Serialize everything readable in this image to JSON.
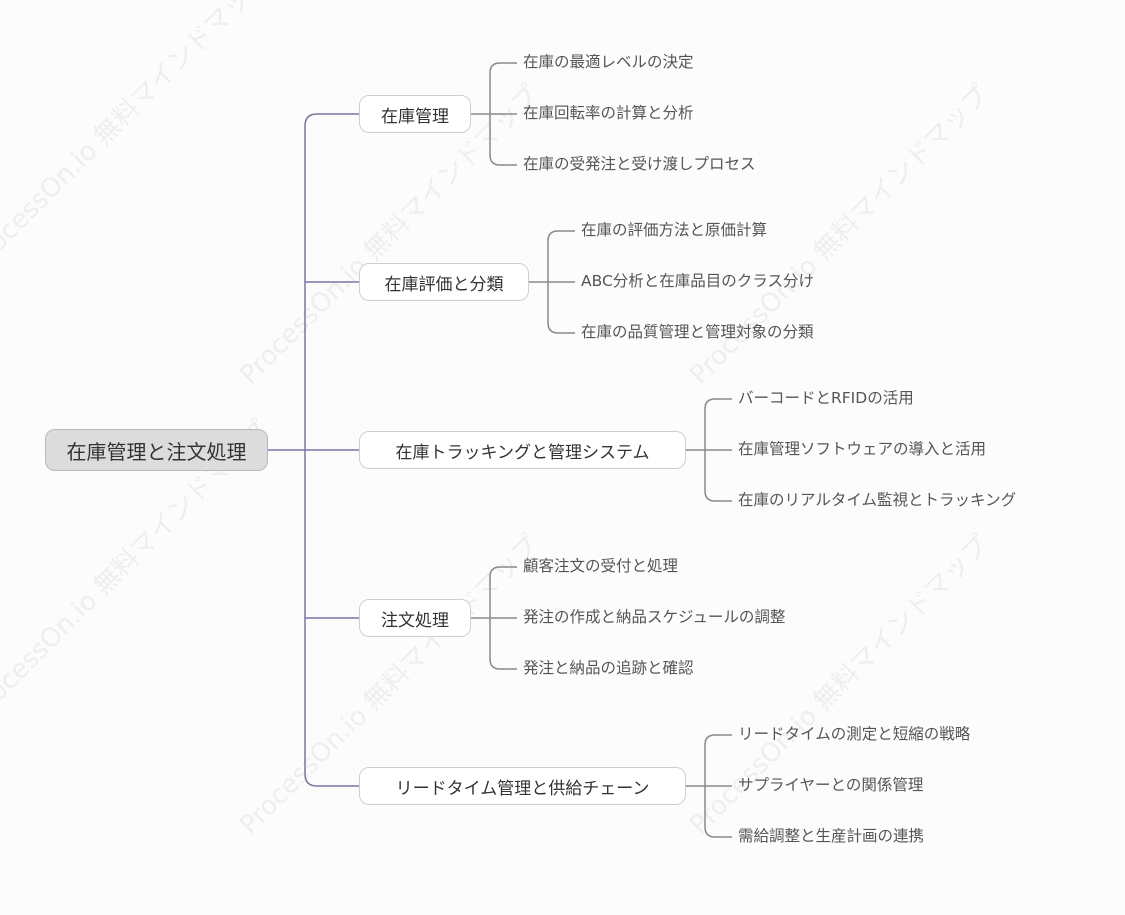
{
  "watermark": {
    "text": "ProcessOn.io 無料マインドマップ"
  },
  "colors": {
    "trunk": "#7c74a6",
    "branch": "#8a8a8a"
  },
  "mindmap": {
    "root": "在庫管理と注文処理",
    "branches": [
      {
        "label": "在庫管理",
        "children": [
          "在庫の最適レベルの決定",
          "在庫回転率の計算と分析",
          "在庫の受発注と受け渡しプロセス"
        ]
      },
      {
        "label": "在庫評価と分類",
        "children": [
          "在庫の評価方法と原価計算",
          "ABC分析と在庫品目のクラス分け",
          "在庫の品質管理と管理対象の分類"
        ]
      },
      {
        "label": "在庫トラッキングと管理システム",
        "children": [
          "バーコードとRFIDの活用",
          "在庫管理ソフトウェアの導入と活用",
          "在庫のリアルタイム監視とトラッキング"
        ]
      },
      {
        "label": "注文処理",
        "children": [
          "顧客注文の受付と処理",
          "発注の作成と納品スケジュールの調整",
          "発注と納品の追跡と確認"
        ]
      },
      {
        "label": "リードタイム管理と供給チェーン",
        "children": [
          "リードタイムの測定と短縮の戦略",
          "サプライヤーとの関係管理",
          "需給調整と生産計画の連携"
        ]
      }
    ]
  }
}
